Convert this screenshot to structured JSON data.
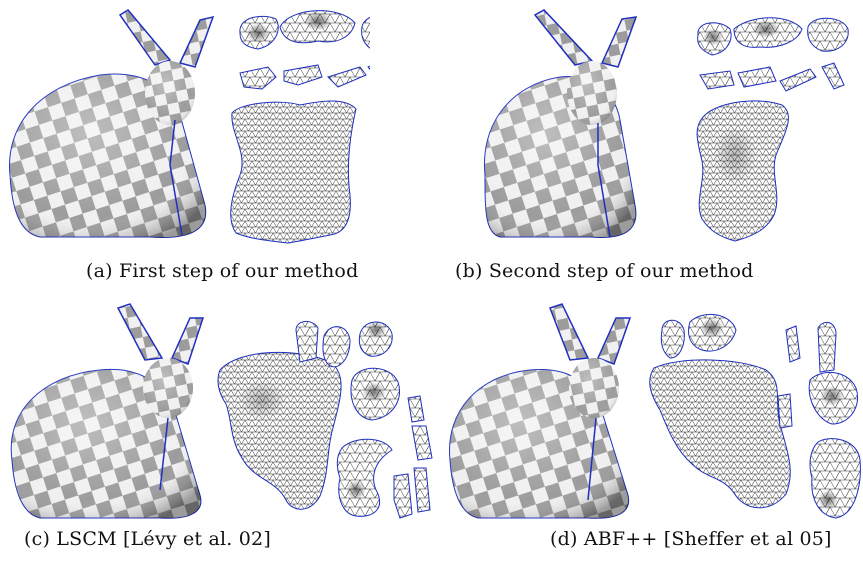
{
  "figure": {
    "panels": [
      {
        "id": "a",
        "caption": "(a) First step of our method"
      },
      {
        "id": "b",
        "caption": "(b) Second step of our method"
      },
      {
        "id": "c",
        "caption": "(c) LSCM [Lévy et al. 02]"
      },
      {
        "id": "d",
        "caption": "(d) ABF++ [Sheffer et al 05]"
      }
    ],
    "colors": {
      "seam": "#1f2fbf",
      "checker_dark": "#9a9a9a",
      "checker_light": "#f2f2f2",
      "mesh_line": "#333333"
    }
  }
}
